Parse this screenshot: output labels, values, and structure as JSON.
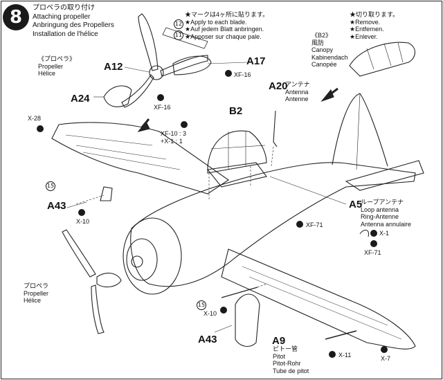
{
  "step": {
    "number": "8"
  },
  "title": {
    "jp": "プロペラの取り付け",
    "en": "Attaching propeller",
    "de": "Anbringung des Propellers",
    "fr": "Installation de l'hélice"
  },
  "blade_note": {
    "jp": "★マークは4ヶ所に貼ります。",
    "en": "★Apply to each blade.",
    "de": "★Auf jedem Blatt anbringen.",
    "fr": "★Apposer sur chaque pale."
  },
  "remove_note": {
    "jp": "★切り取ります。",
    "en": "★Remove.",
    "de": "★Entfernen.",
    "fr": "★Enlever."
  },
  "callout_numbers": {
    "n12": "12",
    "n11": "11",
    "n15a": "15",
    "n15b": "15"
  },
  "propeller_label": {
    "title": "《プロペラ》",
    "en": "Propeller",
    "fr": "Hélice"
  },
  "propeller_label2": {
    "jp": "プロペラ",
    "en": "Propeller",
    "fr": "Hélice"
  },
  "canopy_label": {
    "code": "《B2》",
    "jp": "風防",
    "en": "Canopy",
    "de": "Kabinendach",
    "fr": "Canopée"
  },
  "parts": {
    "a12": "A12",
    "a17": "A17",
    "a24": "A24",
    "a20": "A20",
    "b2": "B2",
    "a43a": "A43",
    "a43b": "A43",
    "a5": "A5",
    "a9": "A9"
  },
  "antenna_label": {
    "jp": "アンテナ",
    "en": "Antenna",
    "de": "Antenne"
  },
  "loop_label": {
    "jp": "ループアンテナ",
    "en": "Loop antenna",
    "de": "Ring-Antenne",
    "fr": "Antenna annulaire"
  },
  "pitot_label": {
    "jp": "ピトー管",
    "en": "Pitot",
    "de": "Pitot-Rohr",
    "fr": "Tube de pitot"
  },
  "paints": {
    "xf16a": "XF-16",
    "xf16b": "XF-16",
    "mix_line1": "XF-10 : 3",
    "mix_line2": "+X-1 : 1",
    "x28": "X-28",
    "x10a": "X-10",
    "x10b": "X-10",
    "xf71a": "XF-71",
    "xf71b": "XF-71",
    "x1": "X-1",
    "x11": "X-11",
    "x7": "X-7"
  }
}
